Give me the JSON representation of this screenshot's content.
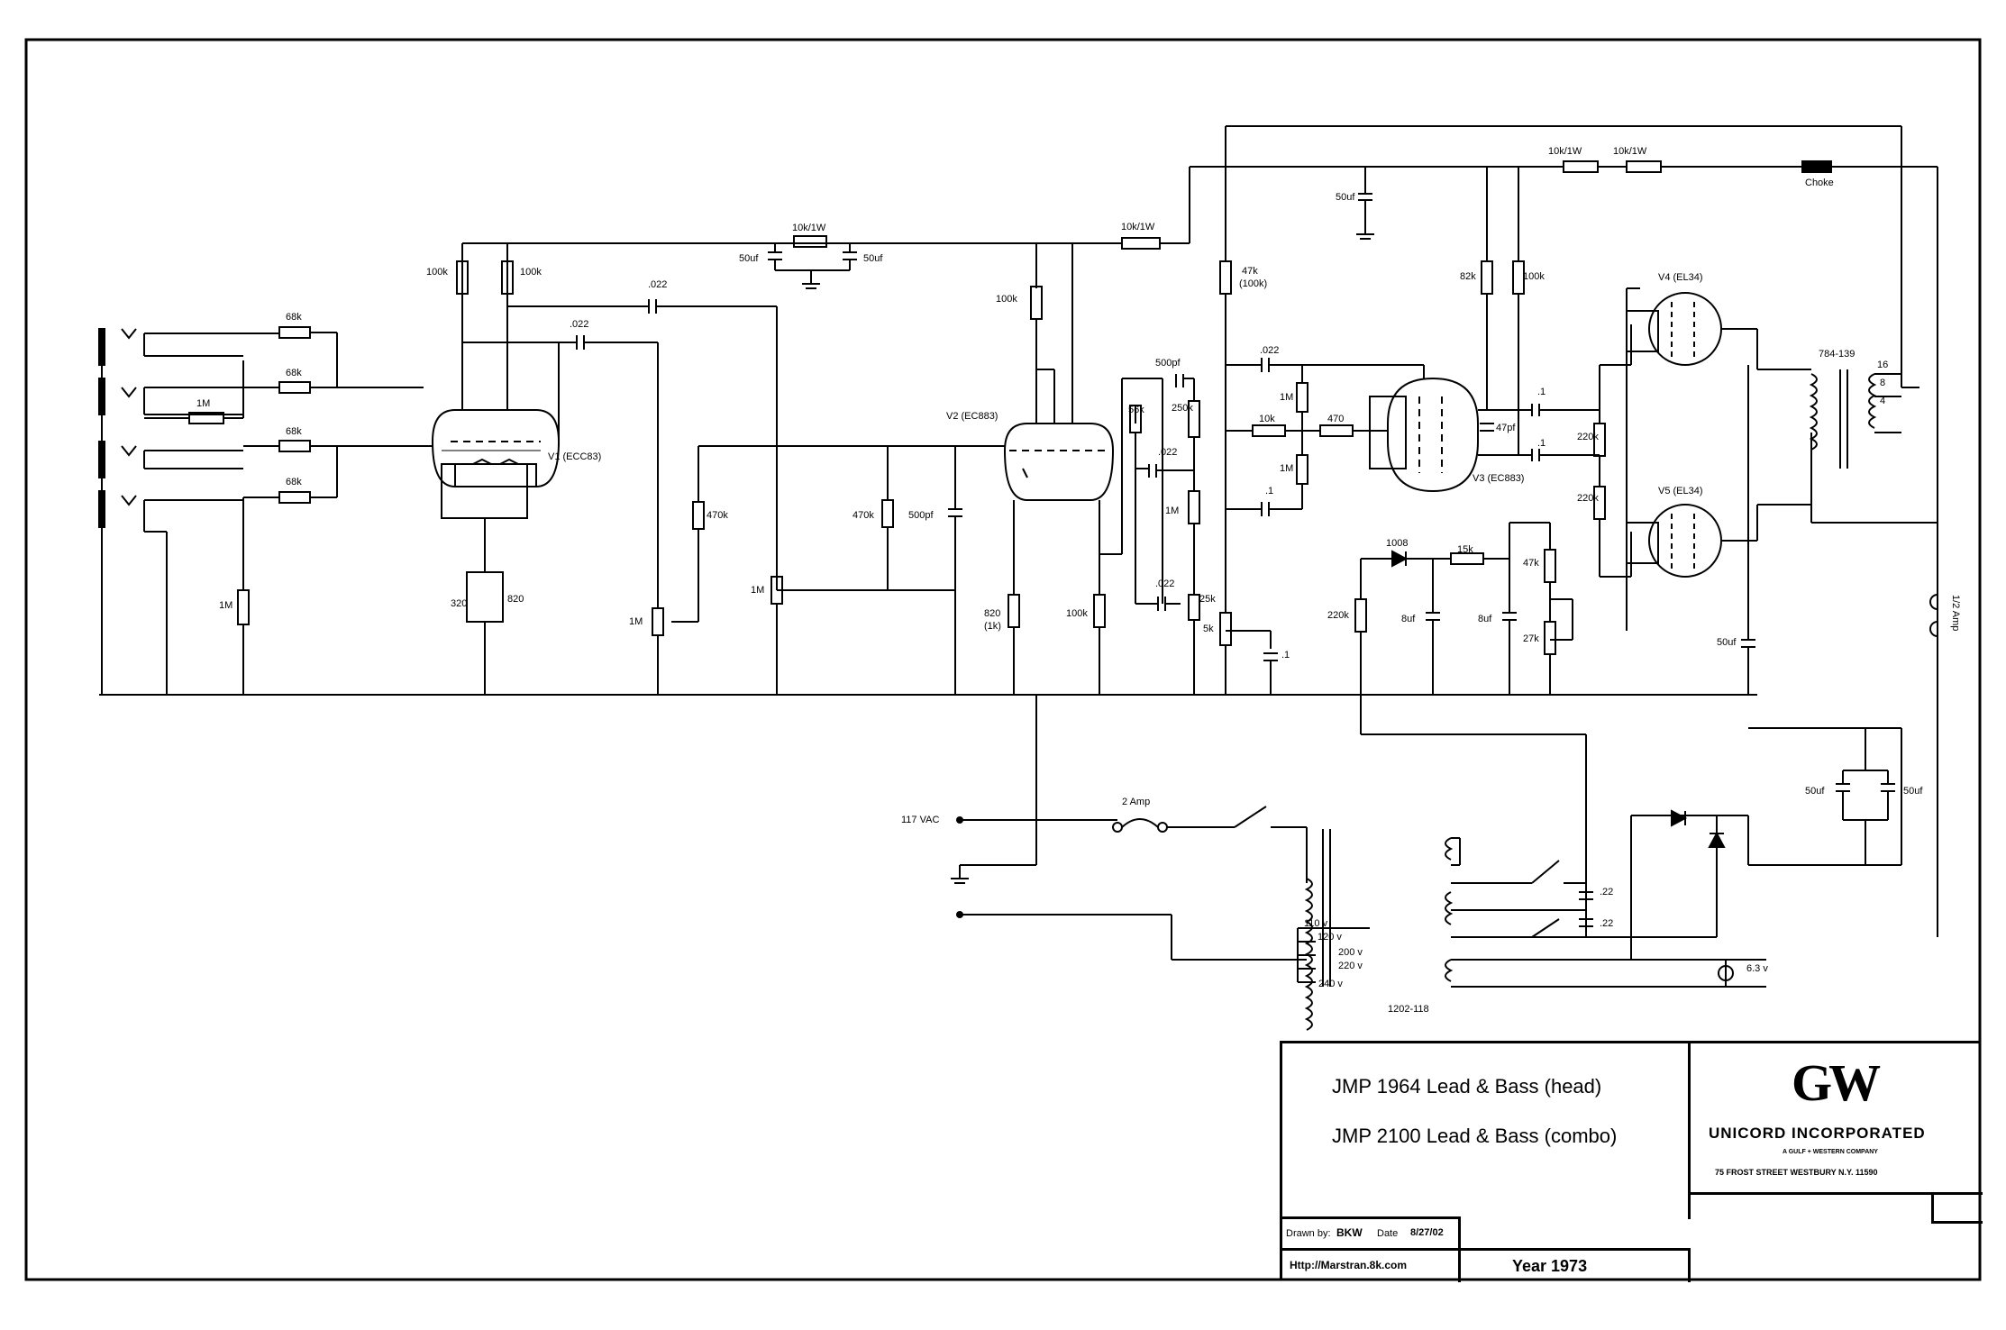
{
  "labels": {
    "r_68k": "68k",
    "r_1m": "1M",
    "r_100k": "100k",
    "r_470k": "470k",
    "r_820": "820",
    "r_320": "320",
    "r_820_1k": "820",
    "r_1k_paren": "(1k)",
    "c_022": ".022",
    "c_500pf": "500pf",
    "c_50uf": "50uf",
    "r_10k1w": "10k/1W",
    "v1": "V1 (ECC83)",
    "v2": "V2 (EC883)",
    "v3": "V3 (EC883)",
    "v4": "V4 (EL34)",
    "v5": "V5 (EL34)",
    "r_47k": "47k",
    "r_47k_paren": "(100k)",
    "r_56k": "56k",
    "r_250k": "250k",
    "r_25k": "25k",
    "r_5k": "5k",
    "c_1": ".1",
    "r_10k": "10k",
    "r_470": "470",
    "c_47pf": "47pf",
    "r_82k": "82k",
    "r_220k": "220k",
    "d_1008": "1008",
    "r_15k": "15k",
    "c_8uf": "8uf",
    "r_27k": "27k",
    "choke": "Choke",
    "ot": "784-139",
    "tap16": "16",
    "tap8": "8",
    "tap4": "4",
    "fuse_half": "1/2 Amp",
    "vac": "117 VAC",
    "fuse2": "2 Amp",
    "pt": "1202-118",
    "v110": "110 v",
    "v120": "120 v",
    "v200": "200 v",
    "v220": "220 v",
    "v240": "240 v",
    "c_22": ".22",
    "heater": "6.3 v"
  },
  "title_block": {
    "title_line1": "JMP 1964 Lead & Bass (head)",
    "title_line2": "JMP 2100 Lead & Bass (combo)",
    "drawn_by_label": "Drawn by:",
    "drawn_by": "BKW",
    "date_label": "Date",
    "date": "8/27/02",
    "url": "Http://Marstran.8k.com",
    "year": "Year 1973",
    "logo": "GW",
    "company": "UNICORD INCORPORATED",
    "company_sub": "A GULF + WESTERN COMPANY",
    "address": "75 FROST STREET  WESTBURY  N.Y. 11590"
  }
}
